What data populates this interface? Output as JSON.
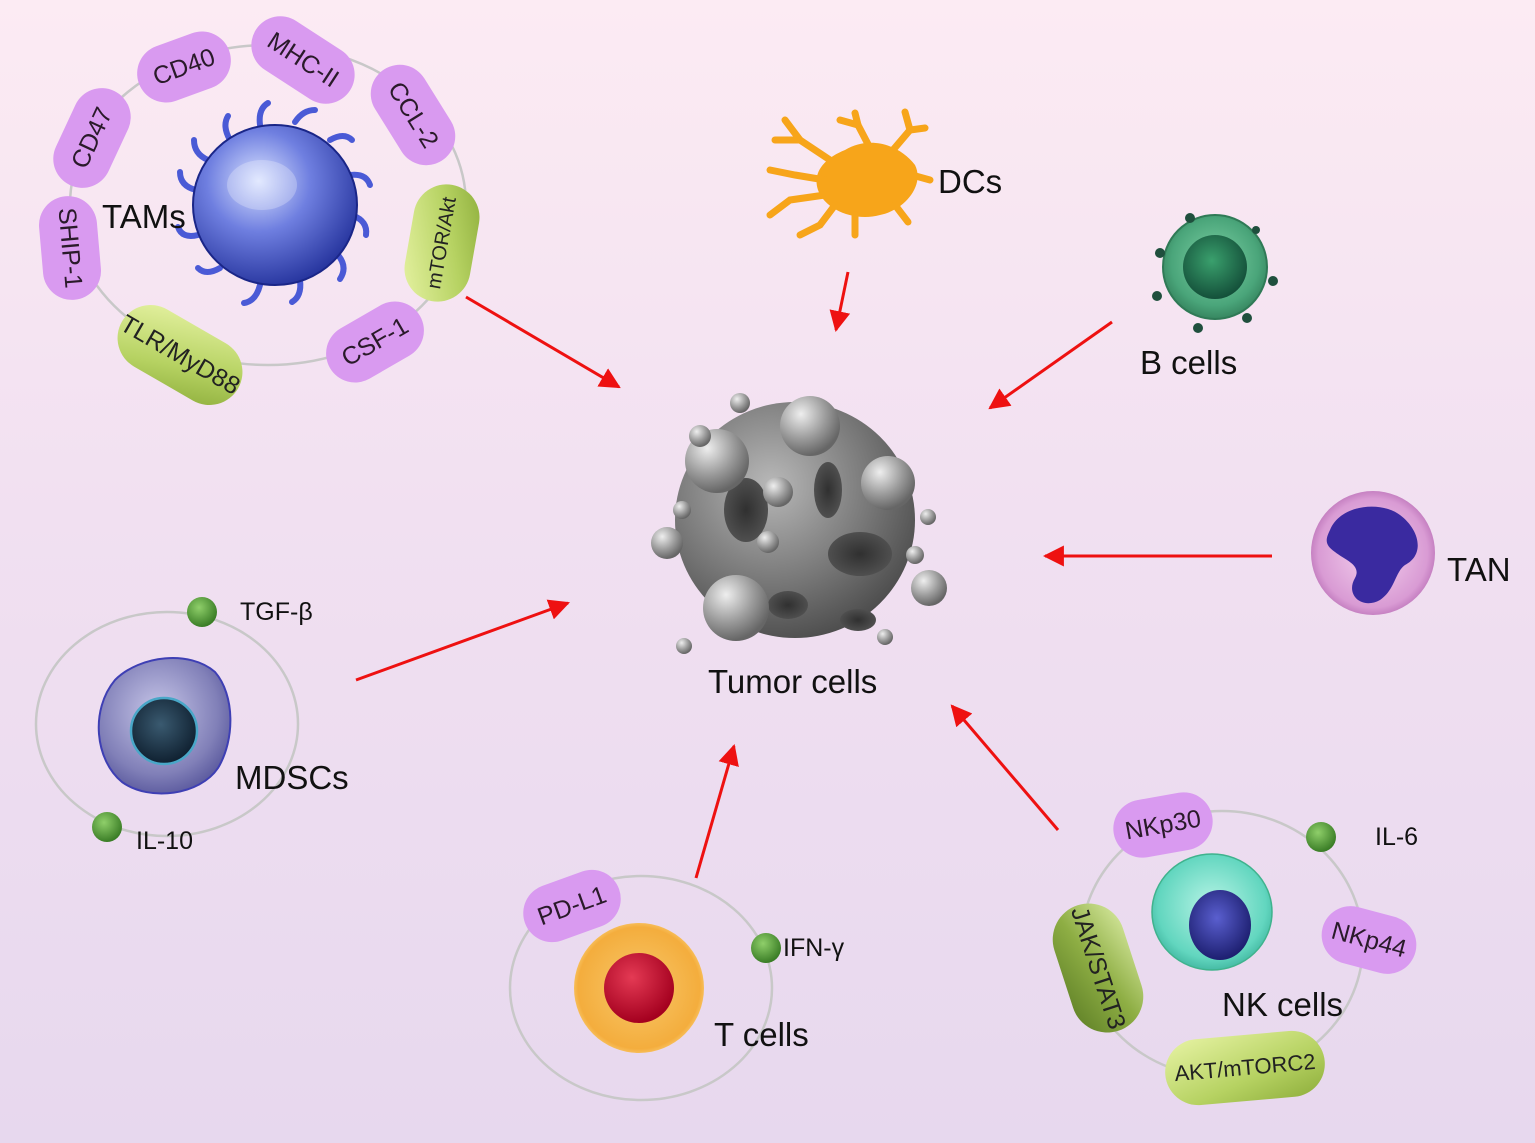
{
  "labels": {
    "tams": "TAMs",
    "dcs": "DCs",
    "b_cells": "B cells",
    "tan": "TAN",
    "tumor": "Tumor cells",
    "mdscs": "MDSCs",
    "t_cells": "T cells",
    "nk_cells": "NK cells"
  },
  "tam_markers": {
    "cd40": "CD40",
    "mhc2": "MHC-II",
    "ccl2": "CCL-2",
    "cd47": "CD47",
    "mtor_akt": "mTOR/Akt",
    "ship1": "SHIP-1",
    "tlr_myd88": "TLR/MyD88",
    "csf1": "CSF-1"
  },
  "mdsc_markers": {
    "tgfb": "TGF-β",
    "il10": "IL-10"
  },
  "t_markers": {
    "pdl1": "PD-L1",
    "ifng": "IFN-γ"
  },
  "nk_markers": {
    "nkp30": "NKp30",
    "il6": "IL-6",
    "nkp44": "NKp44",
    "jak_stat3": "JAK/STAT3",
    "akt_mtorc2": "AKT/mTORC2"
  },
  "colors": {
    "arrow": "#ee1111",
    "marker_pink": "#d99af0",
    "marker_green": "#b6d262",
    "dot_green": "#4c8f30"
  }
}
